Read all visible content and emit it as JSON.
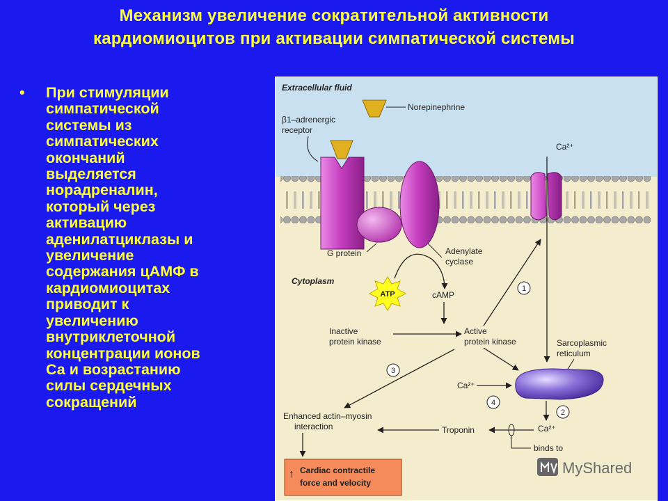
{
  "slide": {
    "title_lines": [
      "Механизм увеличение сократительной активности",
      "кардиомиоцитов при активации симпатической системы"
    ],
    "bullet_symbol": "•",
    "bullet_lines": [
      "При стимуляции",
      "симпатической",
      "системы из",
      "симпатических",
      "окончаний",
      "выделяется",
      "норадреналин,",
      "который через",
      "активацию",
      "аденилатциклазы и",
      "увеличение",
      "содержания цАМФ  в",
      "кардиомиоцитах",
      "приводит к",
      "увеличению",
      "внутриклеточной",
      "концентрации ионов",
      "Са и возрастанию",
      "силы сердечных",
      "сокращений"
    ]
  },
  "diagram": {
    "extracellular_label": "Extracellular fluid",
    "norepinephrine_label": "Norepinephrine",
    "receptor_label_line1": "β1–adrenergic",
    "receptor_label_line2": "receptor",
    "ca_channel_label": "Ca²⁺",
    "g_protein_label": "G protein",
    "adenylate_label_line1": "Adenylate",
    "adenylate_label_line2": "cyclase",
    "cytoplasm_label": "Cytoplasm",
    "atp_label": "ATP",
    "camp_label": "cAMP",
    "inactive_pk_line1": "Inactive",
    "inactive_pk_line2": "protein kinase",
    "active_pk_line1": "Active",
    "active_pk_line2": "protein kinase",
    "sr_label_line1": "Sarcoplasmic",
    "sr_label_line2": "reticulum",
    "step1": "1",
    "step2": "2",
    "step3": "3",
    "step4": "4",
    "ca_sr_label": "Ca²⁺",
    "ca_bottom_label": "Ca²⁺",
    "enhanced_line1": "Enhanced actin–myosin",
    "enhanced_line2": "interaction",
    "troponin_label": "Troponin",
    "binds_to_label": "binds to",
    "cardiac_line1": "Cardiac contractile",
    "cardiac_line2": "force and velocity",
    "up_arrow_symbol": "↑"
  },
  "watermark": {
    "text": "MyShared"
  },
  "colors": {
    "background": "#1a1aee",
    "title_text": "#ffff3a",
    "diagram_top": "#c8e0f0",
    "diagram_bottom": "#f3eccd",
    "membrane": "#9a9a9a",
    "protein": "#c63fc0",
    "sr": "#8a6fd8",
    "atp_star": "#ffff20",
    "ligand": "#e0b020",
    "result_box": "#f58a5a"
  }
}
